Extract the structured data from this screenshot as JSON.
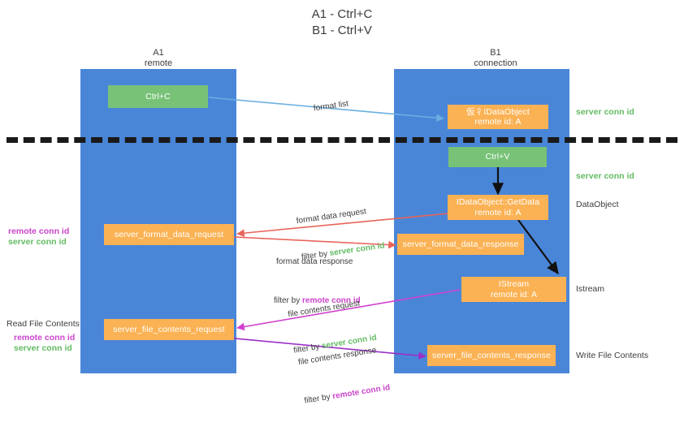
{
  "title": "A1 - Ctrl+C\nB1 - Ctrl+V",
  "columns": [
    {
      "name": "A1",
      "sub": "remote"
    },
    {
      "name": "B1",
      "sub": "connection"
    }
  ],
  "colors": {
    "lane": "#4a86d8",
    "green_box": "#77c277",
    "orange_box": "#fbb254",
    "green_text": "#63bb63",
    "purple_text": "#cc44cc",
    "blue_arrow": "#6aaee0",
    "red_arrow": "#e8645a",
    "magenta_arrow": "#d040d0",
    "purple_arrow": "#9b30c8",
    "black_arrow": "#111111",
    "divider": "#1a1a1a"
  },
  "boxes": {
    "ctrl_c": {
      "line1": "Ctrl+C"
    },
    "dataobject_remote": {
      "line1": "仮⼻IDataObject",
      "line2": "remote id: A"
    },
    "ctrl_v": {
      "line1": "Ctrl+V"
    },
    "getdata": {
      "line1": "IDataObject::GetData",
      "line2": "remote id: A"
    },
    "server_format_data_request": {
      "line1": "server_format_data_request"
    },
    "server_format_data_response": {
      "line1": "server_format_data_response"
    },
    "istream": {
      "line1": "IStream",
      "line2": "remote id: A"
    },
    "server_file_contents_request": {
      "line1": "server_file_contents_request"
    },
    "server_file_contents_response": {
      "line1": "server_file_contents_response"
    }
  },
  "edge_labels": {
    "format_list": "format list",
    "format_data_request": "format data request",
    "format_data_request_filter_prefix": "filter by ",
    "format_data_request_filter_value": "server conn id",
    "format_data_response": "format data response",
    "format_data_response_filter_prefix": "filter by ",
    "format_data_response_filter_value": "remote conn id",
    "file_contents_request": "file contents request",
    "file_contents_request_filter_prefix": "filter by ",
    "file_contents_request_filter_value": "server conn id",
    "file_contents_response": "file contents response",
    "file_contents_response_filter_prefix": "filter by ",
    "file_contents_response_filter_value": "remote conn id"
  },
  "right_labels": {
    "server_conn_id_top": "server conn id",
    "server_conn_id_mid": "server conn id",
    "dataobject": "DataObject",
    "istream": "Istream",
    "write_file_contents": "Write File Contents"
  },
  "left_labels": {
    "conn_ids_mid_remote": "remote conn id",
    "conn_ids_mid_server": "server conn id",
    "read_file_contents": "Read File Contents",
    "conn_ids_bottom_remote": "remote conn id",
    "conn_ids_bottom_server": "server conn id"
  }
}
